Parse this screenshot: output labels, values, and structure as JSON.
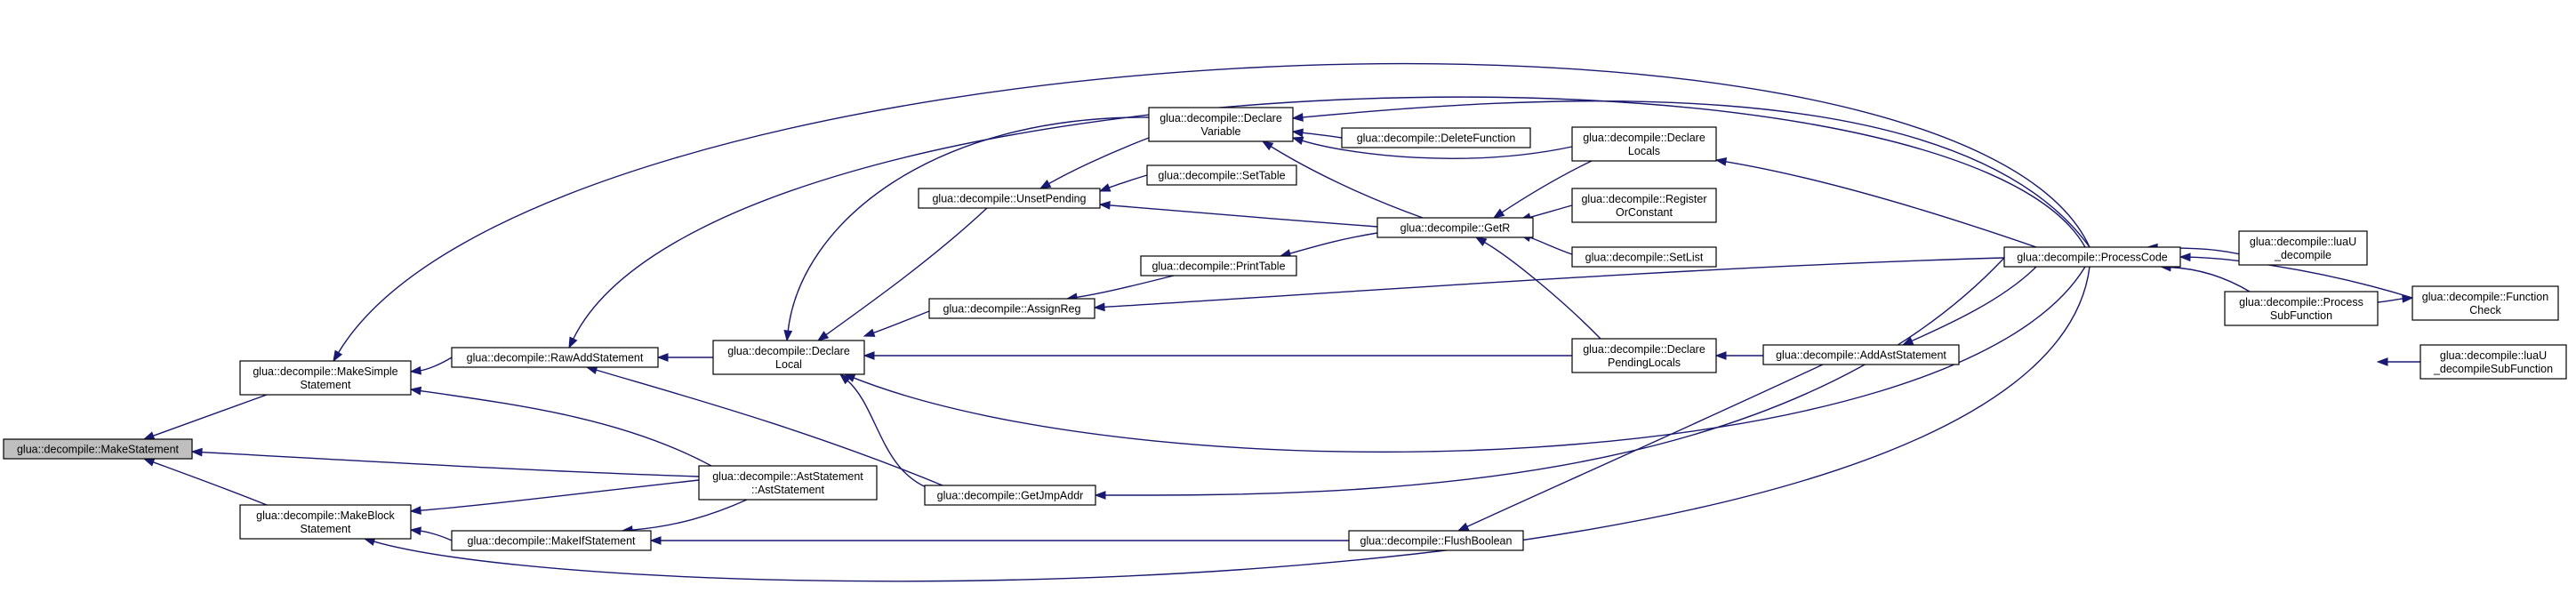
{
  "graph": {
    "nodes": [
      {
        "id": "make_statement",
        "lines": [
          "glua::decompile::MakeStatement"
        ],
        "highlight": true
      },
      {
        "id": "make_simple_statement",
        "lines": [
          "glua::decompile::MakeSimple",
          "Statement"
        ]
      },
      {
        "id": "make_block_statement",
        "lines": [
          "glua::decompile::MakeBlock",
          "Statement"
        ]
      },
      {
        "id": "raw_add_statement",
        "lines": [
          "glua::decompile::RawAddStatement"
        ]
      },
      {
        "id": "make_if_statement",
        "lines": [
          "glua::decompile::MakeIfStatement"
        ]
      },
      {
        "id": "declare_local",
        "lines": [
          "glua::decompile::Declare",
          "Local"
        ]
      },
      {
        "id": "ast_statement",
        "lines": [
          "glua::decompile::AstStatement",
          "::AstStatement"
        ]
      },
      {
        "id": "unset_pending",
        "lines": [
          "glua::decompile::UnsetPending"
        ]
      },
      {
        "id": "assign_reg",
        "lines": [
          "glua::decompile::AssignReg"
        ]
      },
      {
        "id": "get_jmp_addr",
        "lines": [
          "glua::decompile::GetJmpAddr"
        ]
      },
      {
        "id": "declare_variable",
        "lines": [
          "glua::decompile::Declare",
          "Variable"
        ]
      },
      {
        "id": "set_table",
        "lines": [
          "glua::decompile::SetTable"
        ]
      },
      {
        "id": "print_table",
        "lines": [
          "glua::decompile::PrintTable"
        ]
      },
      {
        "id": "delete_function",
        "lines": [
          "glua::decompile::DeleteFunction"
        ]
      },
      {
        "id": "get_r",
        "lines": [
          "glua::decompile::GetR"
        ]
      },
      {
        "id": "flush_boolean",
        "lines": [
          "glua::decompile::FlushBoolean"
        ]
      },
      {
        "id": "declare_locals",
        "lines": [
          "glua::decompile::Declare",
          "Locals"
        ]
      },
      {
        "id": "register_or_constant",
        "lines": [
          "glua::decompile::Register",
          "OrConstant"
        ]
      },
      {
        "id": "set_list",
        "lines": [
          "glua::decompile::SetList"
        ]
      },
      {
        "id": "declare_pending_locals",
        "lines": [
          "glua::decompile::Declare",
          "PendingLocals"
        ]
      },
      {
        "id": "add_ast_statement",
        "lines": [
          "glua::decompile::AddAstStatement"
        ]
      },
      {
        "id": "process_code",
        "lines": [
          "glua::decompile::ProcessCode"
        ]
      },
      {
        "id": "luau_decompile",
        "lines": [
          "glua::decompile::luaU",
          "_decompile"
        ]
      },
      {
        "id": "function_check",
        "lines": [
          "glua::decompile::Function",
          "Check"
        ]
      },
      {
        "id": "process_subfunction",
        "lines": [
          "glua::decompile::Process",
          "SubFunction"
        ]
      },
      {
        "id": "luau_decompile_subfunction",
        "lines": [
          "glua::decompile::luaU",
          "_decompileSubFunction"
        ]
      }
    ],
    "edges": [
      [
        "make_simple_statement",
        "make_statement"
      ],
      [
        "make_block_statement",
        "make_statement"
      ],
      [
        "ast_statement",
        "make_statement"
      ],
      [
        "raw_add_statement",
        "make_simple_statement"
      ],
      [
        "ast_statement",
        "make_simple_statement"
      ],
      [
        "process_code",
        "make_simple_statement"
      ],
      [
        "ast_statement",
        "make_block_statement"
      ],
      [
        "make_if_statement",
        "make_block_statement"
      ],
      [
        "process_code",
        "make_block_statement"
      ],
      [
        "declare_local",
        "raw_add_statement"
      ],
      [
        "get_jmp_addr",
        "raw_add_statement"
      ],
      [
        "process_code",
        "raw_add_statement"
      ],
      [
        "ast_statement",
        "make_if_statement"
      ],
      [
        "flush_boolean",
        "make_if_statement"
      ],
      [
        "unset_pending",
        "declare_local"
      ],
      [
        "assign_reg",
        "declare_local"
      ],
      [
        "declare_pending_locals",
        "declare_local"
      ],
      [
        "process_code",
        "declare_local"
      ],
      [
        "declare_variable",
        "declare_local"
      ],
      [
        "get_jmp_addr",
        "declare_local"
      ],
      [
        "declare_variable",
        "unset_pending"
      ],
      [
        "set_table",
        "unset_pending"
      ],
      [
        "get_r",
        "unset_pending"
      ],
      [
        "print_table",
        "assign_reg"
      ],
      [
        "process_code",
        "assign_reg"
      ],
      [
        "process_code",
        "get_jmp_addr"
      ],
      [
        "delete_function",
        "declare_variable"
      ],
      [
        "declare_locals",
        "declare_variable"
      ],
      [
        "get_r",
        "declare_variable"
      ],
      [
        "process_code",
        "declare_variable"
      ],
      [
        "get_r",
        "print_table"
      ],
      [
        "declare_locals",
        "get_r"
      ],
      [
        "register_or_constant",
        "get_r"
      ],
      [
        "set_list",
        "get_r"
      ],
      [
        "declare_pending_locals",
        "get_r"
      ],
      [
        "add_ast_statement",
        "flush_boolean"
      ],
      [
        "process_code",
        "declare_locals"
      ],
      [
        "add_ast_statement",
        "declare_pending_locals"
      ],
      [
        "process_code",
        "add_ast_statement"
      ],
      [
        "luau_decompile",
        "process_code"
      ],
      [
        "function_check",
        "process_code"
      ],
      [
        "process_subfunction",
        "process_code"
      ],
      [
        "process_subfunction",
        "function_check"
      ],
      [
        "luau_decompile_subfunction",
        "process_subfunction"
      ]
    ]
  },
  "colors": {
    "edge": "#191970",
    "node_fill": "#ffffff",
    "node_highlight_fill": "#bfbfbf",
    "node_border": "#000000"
  }
}
